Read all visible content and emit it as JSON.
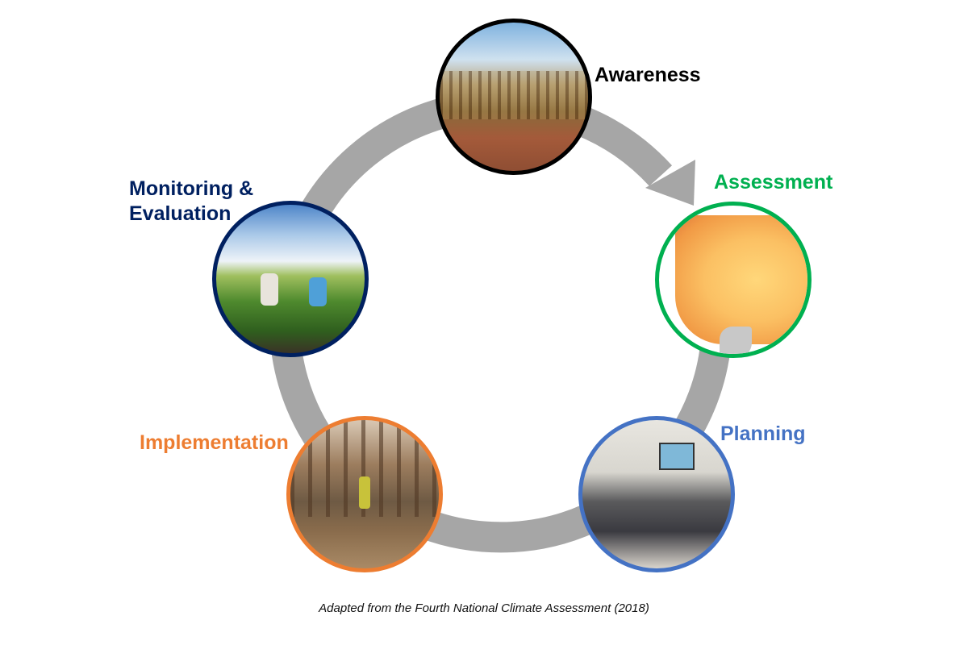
{
  "stages": [
    {
      "label": "Awareness",
      "color": "#000000"
    },
    {
      "label": "Assessment",
      "color": "#00b050"
    },
    {
      "label": "Planning",
      "color": "#4472c4"
    },
    {
      "label": "Implementation",
      "color": "#ed7d31"
    },
    {
      "label": "Monitoring &",
      "label2": "Evaluation",
      "color": "#002060"
    }
  ],
  "cycle_color": "#a6a6a6",
  "caption": "Adapted from the Fourth National Climate Assessment (2018)"
}
